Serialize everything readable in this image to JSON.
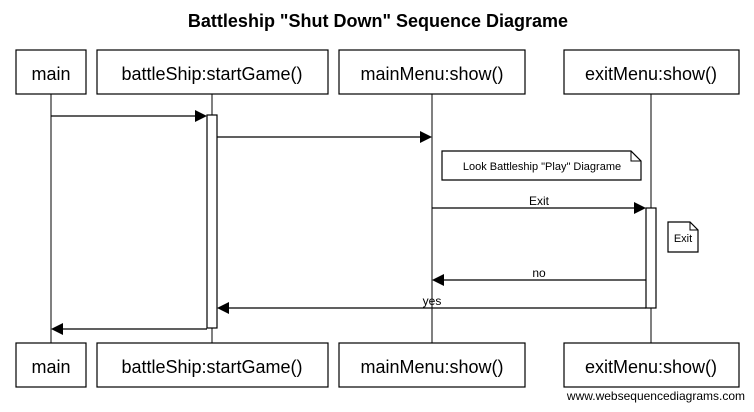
{
  "title": "Battleship \"Shut Down\" Sequence Diagrame",
  "participants": [
    {
      "label": "main"
    },
    {
      "label": "battleShip:startGame()"
    },
    {
      "label": "mainMenu:show()"
    },
    {
      "label": "exitMenu:show()"
    }
  ],
  "messages": [
    {
      "from": "main",
      "to": "battleShip:startGame()",
      "label": ""
    },
    {
      "from": "battleShip:startGame()",
      "to": "mainMenu:show()",
      "label": ""
    },
    {
      "from": "mainMenu:show()",
      "to": "exitMenu:show()",
      "label": "Exit"
    },
    {
      "from": "exitMenu:show()",
      "to": "mainMenu:show()",
      "label": "no"
    },
    {
      "from": "exitMenu:show()",
      "to": "battleShip:startGame()",
      "label": "yes"
    },
    {
      "from": "battleShip:startGame()",
      "to": "main",
      "label": ""
    }
  ],
  "notes": [
    {
      "text": "Look Battleship \"Play\" Diagrame"
    },
    {
      "text": "Exit"
    }
  ],
  "watermark": "www.websequencediagrams.com"
}
